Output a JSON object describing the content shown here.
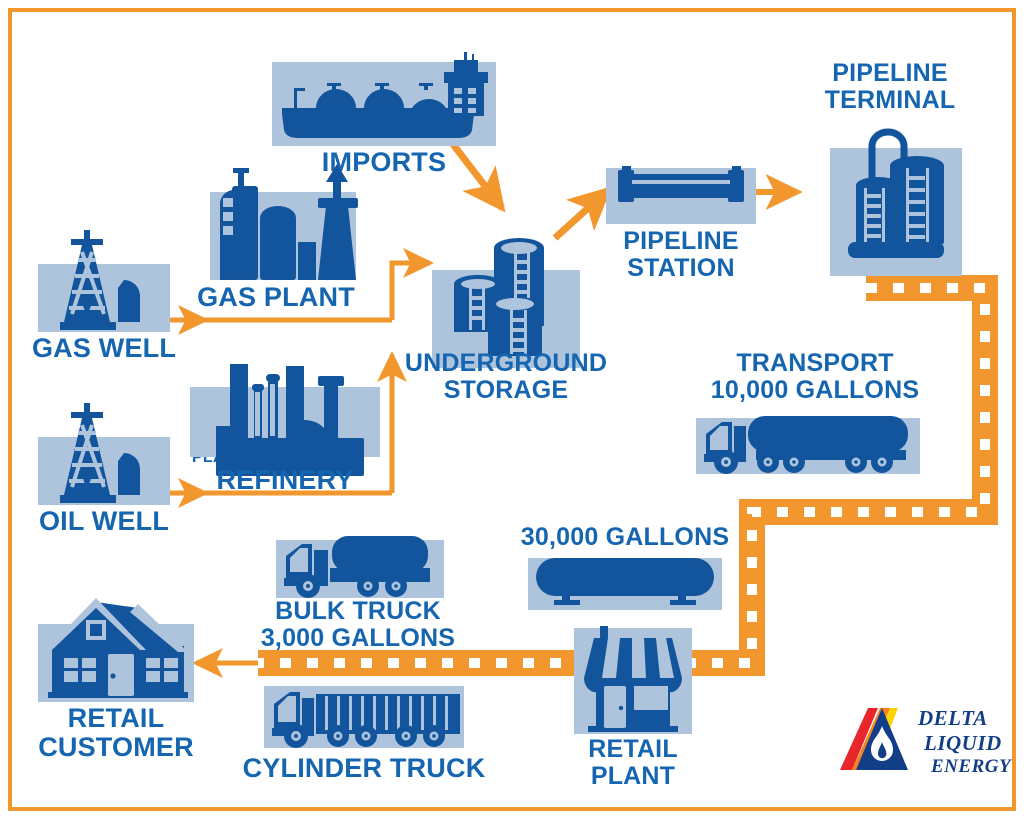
{
  "meta": {
    "title": "Propane / Natural Gas Supply Chain Flow Diagram",
    "border_color": "#F2962E",
    "tile_color": "#AEC3DC",
    "icon_color": "#12559C",
    "label_color": "#1565B0",
    "arrow_color": "#F2962E",
    "background": "#FFFFFF"
  },
  "nodes": {
    "imports": {
      "label": "IMPORTS",
      "icon": "lng-tanker-ship-icon"
    },
    "pipeline_terminal": {
      "label": "PIPELINE\nTERMINAL",
      "icon": "storage-tanks-icon"
    },
    "gas_plant": {
      "label": "GAS PLANT",
      "icon": "gas-processing-plant-icon"
    },
    "gas_well": {
      "label": "GAS WELL",
      "icon": "derrick-icon"
    },
    "oil_well": {
      "label": "OIL WELL",
      "icon": "derrick-icon"
    },
    "refinery": {
      "label": "REFINERY",
      "icon": "refinery-icon"
    },
    "underground_storage": {
      "label": "UNDERGROUND\nSTORAGE",
      "icon": "cylindrical-tanks-icon"
    },
    "pipeline_station": {
      "label": "PIPELINE\nSTATION",
      "icon": "pipeline-valve-icon"
    },
    "transport": {
      "label": "TRANSPORT\n10,000 GALLONS",
      "icon": "tanker-semi-truck-icon"
    },
    "bulk_truck": {
      "label": "BULK TRUCK\n3,000 GALLONS",
      "icon": "bulk-tank-truck-icon"
    },
    "cylinder_truck": {
      "label": "CYLINDER TRUCK",
      "icon": "cylinder-delivery-truck-icon"
    },
    "storage_tank_30k": {
      "label": "30,000 GALLONS",
      "icon": "horizontal-propane-tank-icon"
    },
    "retail_plant": {
      "label": "RETAIL\nPLANT",
      "icon": "storefront-icon"
    },
    "retail_customer": {
      "label": "RETAIL\nCUSTOMER",
      "icon": "house-icon"
    }
  },
  "flows": [
    {
      "name": "gas-well-to-trunk",
      "style": "arrow"
    },
    {
      "name": "oil-well-to-trunk",
      "style": "arrow"
    },
    {
      "name": "trunk-to-underground-storage",
      "style": "arrow"
    },
    {
      "name": "imports-to-underground-storage",
      "style": "arrow"
    },
    {
      "name": "underground-storage-to-pipeline-station",
      "style": "arrow"
    },
    {
      "name": "pipeline-station-to-pipeline-terminal",
      "style": "arrow"
    },
    {
      "name": "terminal-to-retail-plant-road",
      "style": "dashed-road"
    },
    {
      "name": "retail-plant-to-customer-road",
      "style": "dashed-road"
    }
  ],
  "logo": {
    "name": "delta-liquid-energy-logo",
    "line1": "DELTA",
    "line2": "LIQUID",
    "line3": "ENERGY",
    "registered_mark": ".",
    "stripe_colors": [
      "#E8262C",
      "#F58220",
      "#FFD400"
    ],
    "mark_color": "#123E88",
    "flame_color": "#FFFFFF"
  }
}
